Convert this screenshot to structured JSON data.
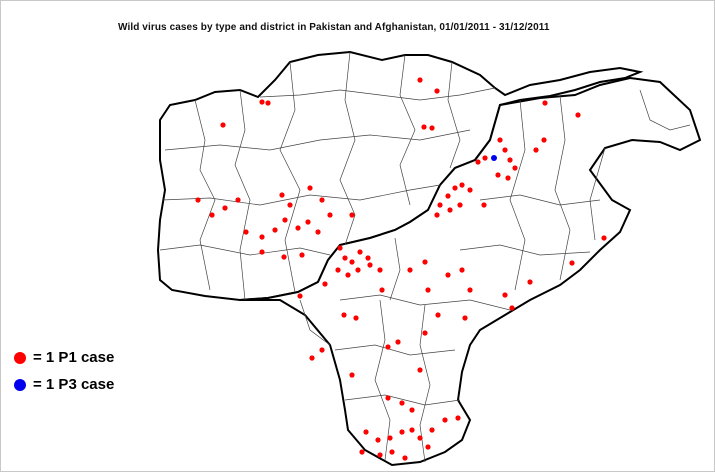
{
  "map": {
    "title": "Wild virus cases by type and district in Pakistan and Afghanistan, 01/01/2011  -  31/12/2011"
  },
  "legend": {
    "items": [
      {
        "label": "= 1 P1 case",
        "color": "#ff0000"
      },
      {
        "label": "= 1 P3 case",
        "color": "#0000ee"
      }
    ]
  },
  "colors": {
    "p1": "#ff0000",
    "p3": "#0000ee",
    "border": "#000000",
    "district_lines": "#444444"
  }
}
